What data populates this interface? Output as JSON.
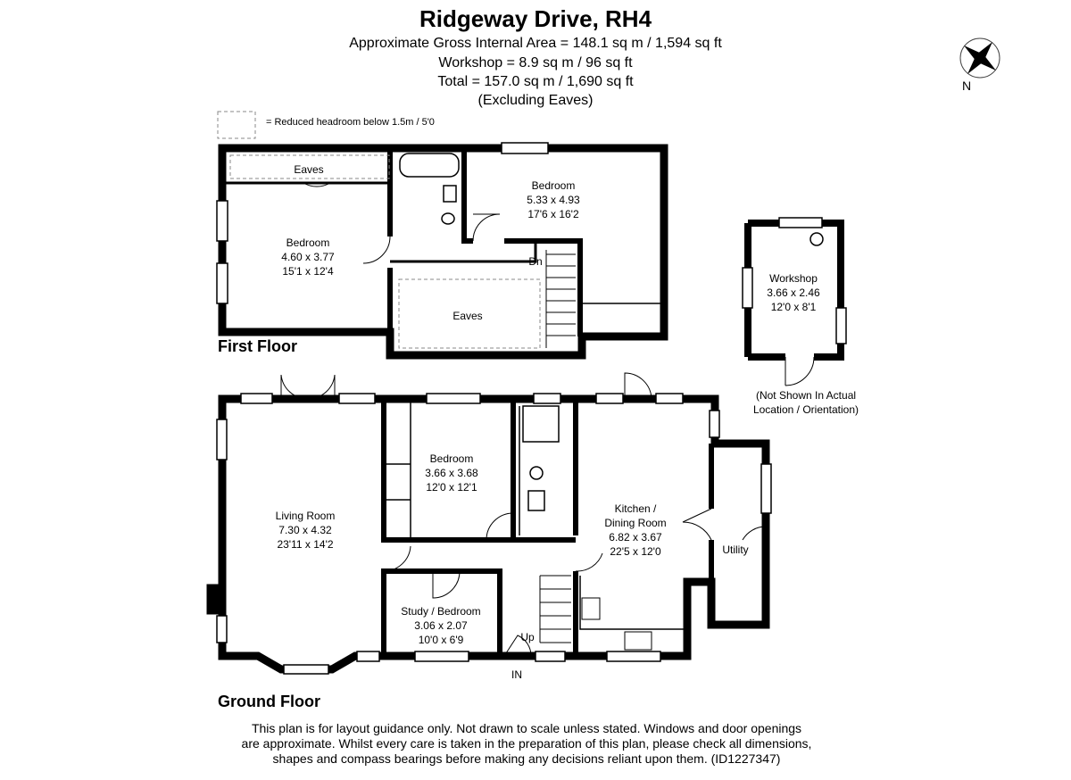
{
  "header": {
    "title": "Ridgeway Drive, RH4",
    "gross_area": "Approximate Gross Internal Area = 148.1 sq m / 1,594 sq ft",
    "workshop_area": "Workshop = 8.9 sq m / 96 sq ft",
    "total_area": "Total = 157.0 sq m / 1,690 sq ft",
    "note": "(Excluding Eaves)"
  },
  "legend": {
    "reduced_headroom": "= Reduced headroom below 1.5m / 5'0"
  },
  "compass": {
    "north": "N"
  },
  "first_floor": {
    "label": "First Floor",
    "eaves_top": "Eaves",
    "eaves_bottom": "Eaves",
    "dn": "Dn",
    "bedroom_left": {
      "name": "Bedroom",
      "metric": "4.60 x 3.77",
      "imperial": "15'1 x 12'4"
    },
    "bedroom_right": {
      "name": "Bedroom",
      "metric": "5.33 x 4.93",
      "imperial": "17'6 x 16'2"
    }
  },
  "workshop": {
    "name": "Workshop",
    "metric": "3.66 x 2.46",
    "imperial": "12'0 x 8'1",
    "note_line1": "(Not Shown In Actual",
    "note_line2": "Location / Orientation)"
  },
  "ground_floor": {
    "label": "Ground Floor",
    "living": {
      "name": "Living Room",
      "metric": "7.30 x 4.32",
      "imperial": "23'11 x 14'2"
    },
    "bedroom": {
      "name": "Bedroom",
      "metric": "3.66 x 3.68",
      "imperial": "12'0 x 12'1"
    },
    "study": {
      "name": "Study / Bedroom",
      "metric": "3.06 x 2.07",
      "imperial": "10'0 x 6'9"
    },
    "kitchen": {
      "name1": "Kitchen /",
      "name2": "Dining Room",
      "metric": "6.82 x 3.67",
      "imperial": "22'5 x 12'0"
    },
    "utility": "Utility",
    "up": "Up",
    "entrance": "IN"
  },
  "disclaimer": {
    "line1": "This plan is for layout guidance only. Not drawn to scale unless stated. Windows and door openings",
    "line2": "are approximate. Whilst every care is taken in the preparation of this plan, please check all dimensions,",
    "line3": "shapes and compass bearings before making any decisions reliant upon them. (ID1227347)"
  }
}
